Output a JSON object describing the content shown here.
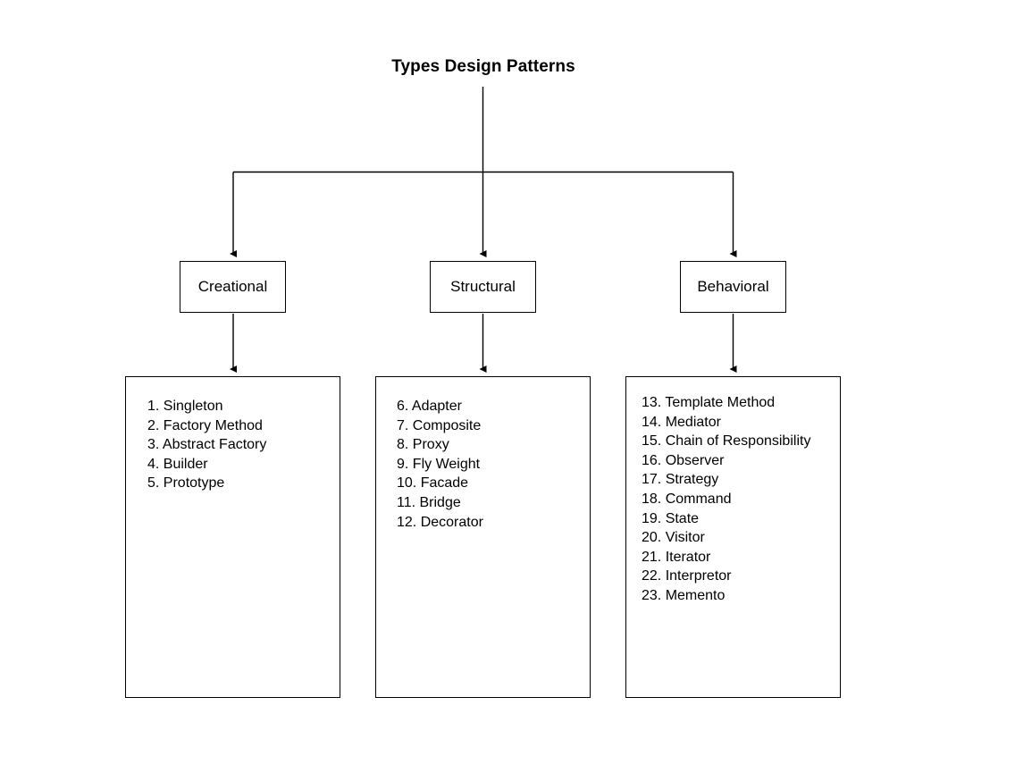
{
  "diagram": {
    "title": "Types Design Patterns",
    "type": "hierarchy-tree",
    "root_label": "Types Design Patterns",
    "line_color": "#000000",
    "background_color": "#ffffff",
    "categories": [
      {
        "id": "creational",
        "label": "Creational",
        "items": [
          "1. Singleton",
          "2. Factory Method",
          "3. Abstract Factory",
          "4. Builder",
          "5. Prototype"
        ]
      },
      {
        "id": "structural",
        "label": "Structural",
        "items": [
          "6. Adapter",
          "7. Composite",
          "8. Proxy",
          "9. Fly Weight",
          "10. Facade",
          "11. Bridge",
          "12. Decorator"
        ]
      },
      {
        "id": "behavioral",
        "label": "Behavioral",
        "items": [
          "13. Template Method",
          "14. Mediator",
          "15. Chain of Responsibility",
          "16. Observer",
          "17. Strategy",
          "18. Command",
          "19. State",
          "20. Visitor",
          "21. Iterator",
          "22. Interpretor",
          "23. Memento"
        ]
      }
    ]
  }
}
